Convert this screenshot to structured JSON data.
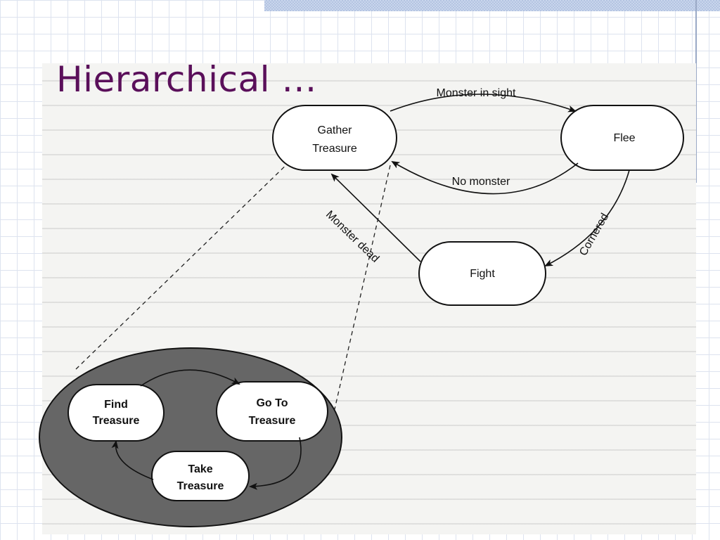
{
  "slide": {
    "title": "Hierarchical …"
  },
  "diagram": {
    "states": {
      "gather_line1": "Gather",
      "gather_line2": "Treasure",
      "flee": "Flee",
      "fight": "Fight",
      "find_line1": "Find",
      "find_line2": "Treasure",
      "goto_line1": "Go To",
      "goto_line2": "Treasure",
      "take_line1": "Take",
      "take_line2": "Treasure"
    },
    "transitions": {
      "monster_in_sight": "Monster in sight",
      "no_monster": "No monster",
      "monster_dead": "Monster dead",
      "cornered": "Cornered"
    }
  }
}
